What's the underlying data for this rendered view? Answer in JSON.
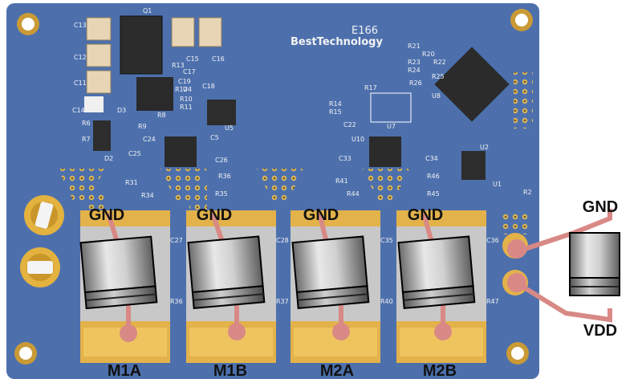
{
  "board": {
    "part_number": "E166",
    "brand": "BestTechnology",
    "silkscreen": [
      "C13",
      "C12",
      "C11",
      "C14",
      "Q1",
      "C15",
      "C16",
      "C17",
      "R13",
      "C19",
      "R12",
      "C18",
      "R10",
      "R11",
      "U4",
      "R9",
      "R8",
      "R7",
      "R6",
      "D3",
      "D2",
      "C25",
      "R31",
      "R34",
      "C26",
      "R36",
      "R35",
      "U5",
      "C5",
      "C24",
      "R14",
      "R15",
      "C22",
      "U7",
      "R17",
      "U10",
      "C33",
      "C34",
      "R41",
      "R44",
      "R46",
      "R45",
      "U8",
      "R21",
      "R20",
      "R23",
      "R22",
      "R24",
      "R25",
      "R26",
      "U2",
      "U1",
      "R2",
      "C27",
      "R36",
      "C28",
      "R37",
      "C35",
      "R40",
      "C36",
      "R47"
    ]
  },
  "motor_channels": [
    {
      "gnd_label": "GND",
      "name": "M1A"
    },
    {
      "gnd_label": "GND",
      "name": "M1B"
    },
    {
      "gnd_label": "GND",
      "name": "M2A"
    },
    {
      "gnd_label": "GND",
      "name": "M2B"
    }
  ],
  "power": {
    "gnd_label": "GND",
    "vdd_label": "VDD"
  },
  "colors": {
    "pcb": "#4d70ad",
    "pcb_dark": "#3d5f97",
    "pad_gold": "#e3b24a",
    "wire": "#d88985",
    "label": "#111111"
  }
}
